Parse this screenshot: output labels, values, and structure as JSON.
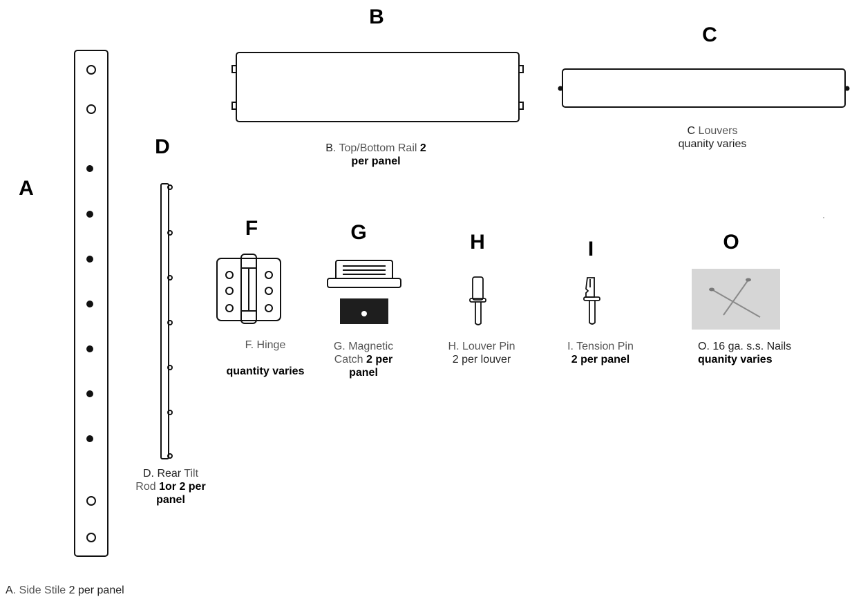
{
  "letters": {
    "a": "A",
    "b": "B",
    "c": "C",
    "d": "D",
    "f": "F",
    "g": "G",
    "h": "H",
    "i": "I",
    "o": "O"
  },
  "captions": {
    "a": {
      "code": "A",
      "name": ". Side Stile",
      "qty": " 2 per panel"
    },
    "b": {
      "code": "B",
      "name": ". Top/Bottom Rail",
      "qty": " 2 per panel"
    },
    "c": {
      "code": "C",
      "name": " Louvers",
      "qty": "quanity varies"
    },
    "d": {
      "code": "D",
      "name_bold": ". Rear",
      "name": " Tilt Rod ",
      "qty": "1or 2 per panel"
    },
    "f": {
      "name": "F. Hinge",
      "qty": "quantity varies"
    },
    "g": {
      "name": "G. Magnetic Catch",
      "qty": " 2 per panel"
    },
    "h": {
      "name": "H. Louver Pin",
      "qty": "2 per louver"
    },
    "i": {
      "name": "I. Tension Pin",
      "qty": "2 per panel"
    },
    "o": {
      "name": "O. 16 ga. s.s. Nails ",
      "qty": "quanity varies"
    }
  }
}
